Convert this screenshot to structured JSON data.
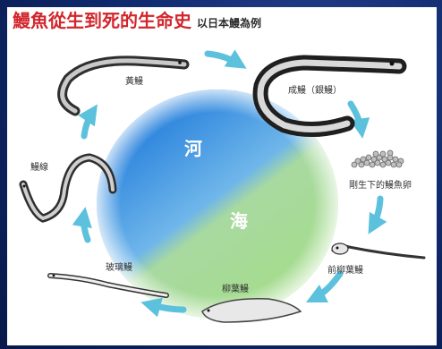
{
  "title": {
    "main": "鰻魚從生到死的生命史",
    "sub": "以日本鰻為例"
  },
  "zones": {
    "river": "河",
    "sea": "海"
  },
  "stages": [
    {
      "id": "yellow",
      "label": "黃鰻"
    },
    {
      "id": "adult",
      "label": "成鰻（銀鰻）"
    },
    {
      "id": "egg",
      "label": "剛生下的鰻魚卵"
    },
    {
      "id": "pre-leptocephalus",
      "label": "前柳葉鰻"
    },
    {
      "id": "leptocephalus",
      "label": "柳葉鰻"
    },
    {
      "id": "glass",
      "label": "玻璃鰻"
    },
    {
      "id": "elver",
      "label": "鰻線"
    }
  ],
  "colors": {
    "title": "#d2262c",
    "river": "#3a8fe0",
    "sea": "#9fd88a",
    "arrow": "#5cc1dc",
    "background": "#0a1a4a"
  }
}
